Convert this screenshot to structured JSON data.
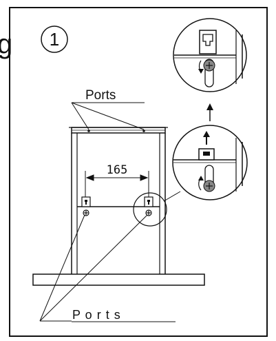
{
  "step": {
    "number": "1",
    "edge_char": "g"
  },
  "labels": {
    "ports_top": "Ports",
    "ports_bottom": "P o r t s",
    "dimension": "165"
  },
  "icons": {
    "top_detail": "keyhole-bracket-screw-turn-icon",
    "bottom_detail": "keyhole-bracket-screw-turn-icon",
    "arrow": "arrow-up-icon"
  },
  "colors": {
    "line": "#111111",
    "screw": "#888888",
    "background": "#ffffff"
  }
}
